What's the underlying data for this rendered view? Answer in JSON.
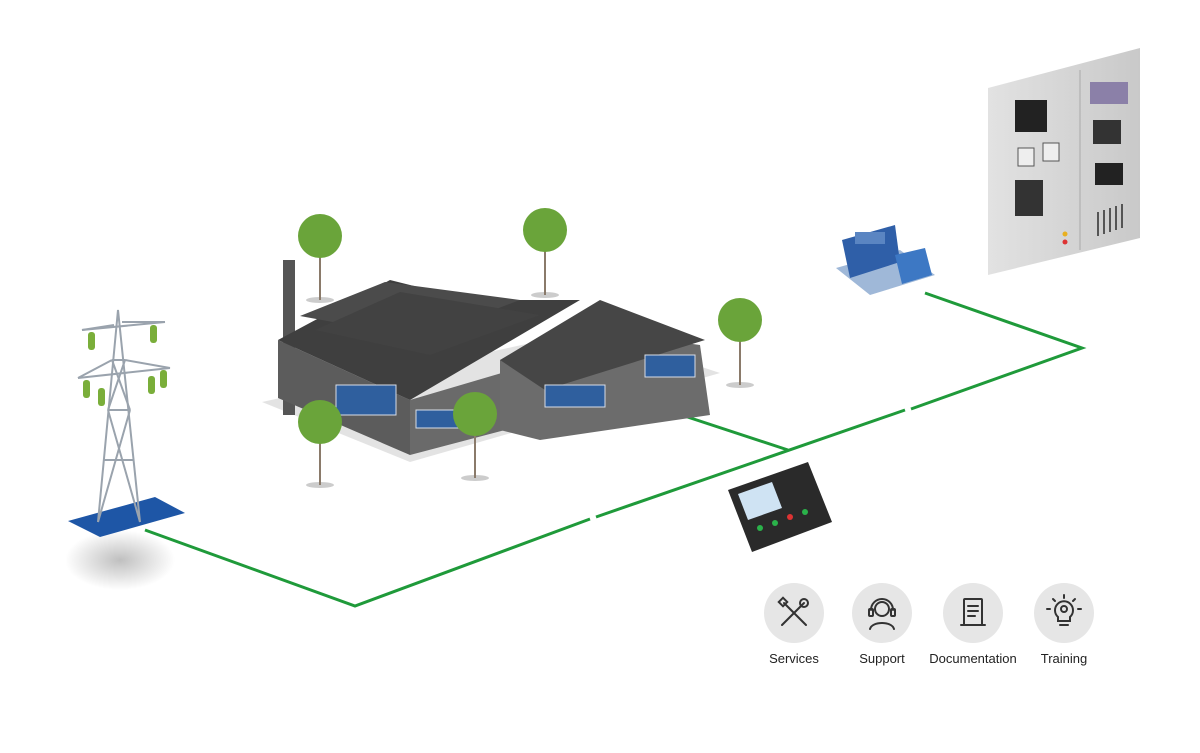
{
  "colors": {
    "connection_line": "#1f9a3a",
    "icon_circle": "#e6e6e6",
    "label_text": "#222222",
    "roof": "#4a4a4a",
    "wall": "#5c5c5c",
    "cabinet": "#d9d9d9",
    "genset": "#2f5fa8",
    "tree": "#6aa43a"
  },
  "scene": {
    "elements": [
      {
        "id": "transmission-tower",
        "icon": "pylon"
      },
      {
        "id": "factory",
        "icon": "factory-building"
      },
      {
        "id": "generator-set",
        "icon": "genset"
      },
      {
        "id": "control-cabinet",
        "icon": "switchgear-cabinet"
      },
      {
        "id": "controller-unit",
        "icon": "controller-display"
      }
    ]
  },
  "nav": {
    "items": [
      {
        "label": "Services",
        "icon": "tools-icon"
      },
      {
        "label": "Support",
        "icon": "headset-icon"
      },
      {
        "label": "Documentation",
        "icon": "document-icon"
      },
      {
        "label": "Training",
        "icon": "lightbulb-gear-icon"
      }
    ]
  }
}
